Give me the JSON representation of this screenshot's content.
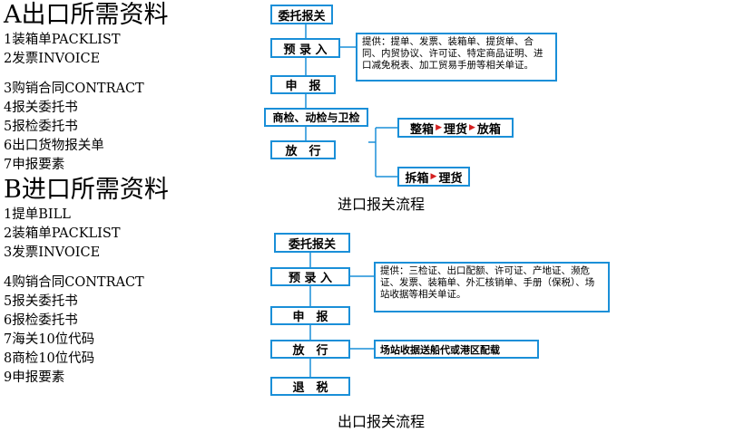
{
  "section_a": {
    "title": "A出口所需资料",
    "items": [
      "1装箱单PACKLIST",
      "2发票INVOICE"
    ],
    "items2": [
      "3购销合同CONTRACT",
      "4报关委托书",
      "5报检委托书",
      "6出口货物报关单",
      "7申报要素"
    ]
  },
  "section_b": {
    "title": "B进口所需资料",
    "items": [
      "1提单BILL",
      "2装箱单PACKLIST",
      "3发票INVOICE"
    ],
    "items2": [
      "4购销合同CONTRACT",
      "5报关委托书",
      "6报检委托书",
      "7海关10位代码",
      "8商检10位代码",
      "9申报要素"
    ]
  },
  "import_flow": {
    "caption": "进口报关流程",
    "steps": [
      "委托报关",
      "预 录 入",
      "申　报",
      "商检、动检与卫检",
      "放　行"
    ],
    "note": "提供：提单、发票、装箱单、提货单、合同、内贸协议、许可证、特定商品证明、进口减免税表、加工贸易手册等相关单证。",
    "branch_top": [
      "整箱",
      "理货",
      "放箱"
    ],
    "branch_bottom": [
      "拆箱",
      "理货"
    ]
  },
  "export_flow": {
    "caption": "出口报关流程",
    "steps": [
      "委托报关",
      "预 录 入",
      "申　报",
      "放　行",
      "退　税"
    ],
    "note_predeclare": "提供：三检证、出口配额、许可证、产地证、濒危证、发票、装箱单、外汇核销单、手册（保税）、场站收据等相关单证。",
    "note_release": "场站收据送船代或港区配载"
  },
  "colors": {
    "border": "#1a8fd8",
    "arrow": "#d42020"
  }
}
